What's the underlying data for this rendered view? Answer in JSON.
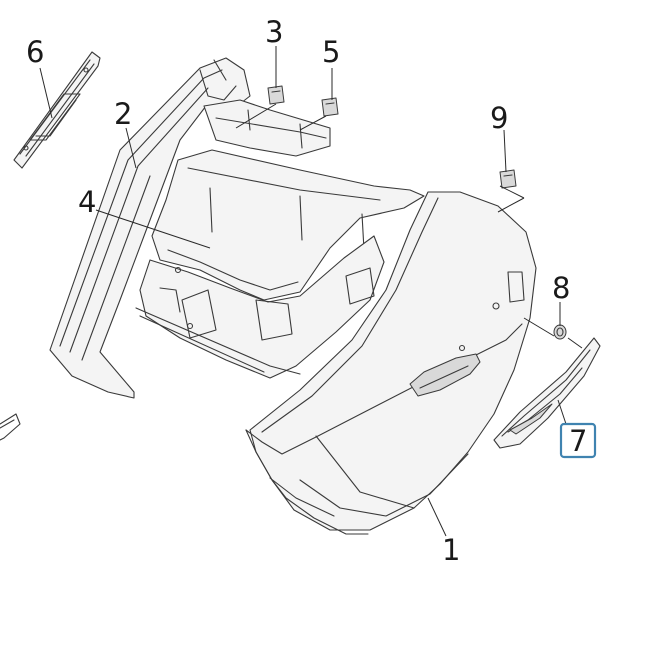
{
  "callouts": {
    "part_1": "1",
    "part_2": "2",
    "part_3": "3",
    "part_4": "4",
    "part_5": "5",
    "part_6": "6",
    "part_7": "7",
    "part_8": "8",
    "part_9": "9"
  },
  "colors": {
    "highlight_box": "#3f83b0",
    "line": "#3a3a3a",
    "background": "#ffffff"
  },
  "highlighted_part": "7"
}
